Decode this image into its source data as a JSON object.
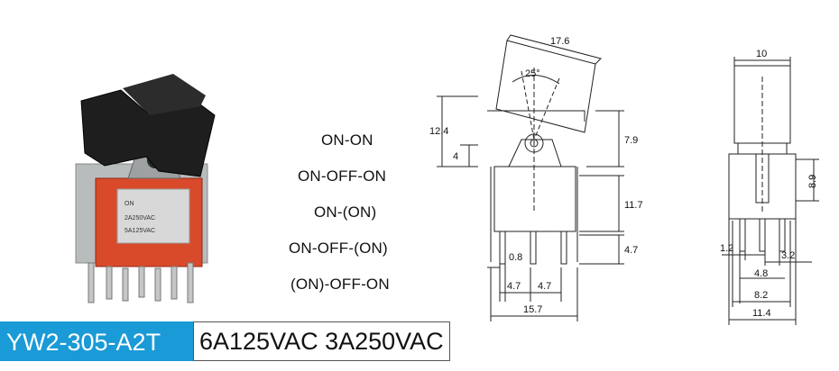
{
  "model": "YW2-305-A2T",
  "rating": "6A125VAC  3A250VAC",
  "functions": [
    "ON-ON",
    "ON-OFF-ON",
    "ON-(ON)",
    "ON-OFF-(ON)",
    "(ON)-OFF-ON"
  ],
  "photo_labels": {
    "line1": "ON",
    "line2": "2A250VAC",
    "line3": "5A125VAC"
  },
  "front_dims": {
    "width_top": "17.6",
    "angle": "25°",
    "height_total": "12.4",
    "height_upper": "7.9",
    "pivot": "4",
    "body_height": "11.7",
    "pin_length": "4.7",
    "pin_width": "0.8",
    "pin_pitch_1": "4.7",
    "pin_pitch_2": "4.7",
    "width_bottom": "15.7"
  },
  "side_dims": {
    "top_width": "10",
    "bracket_height": "8.9",
    "pin_a": "1.2",
    "pin_b": "3.2",
    "pitch": "4.8",
    "span": "8.2",
    "width": "11.4"
  }
}
